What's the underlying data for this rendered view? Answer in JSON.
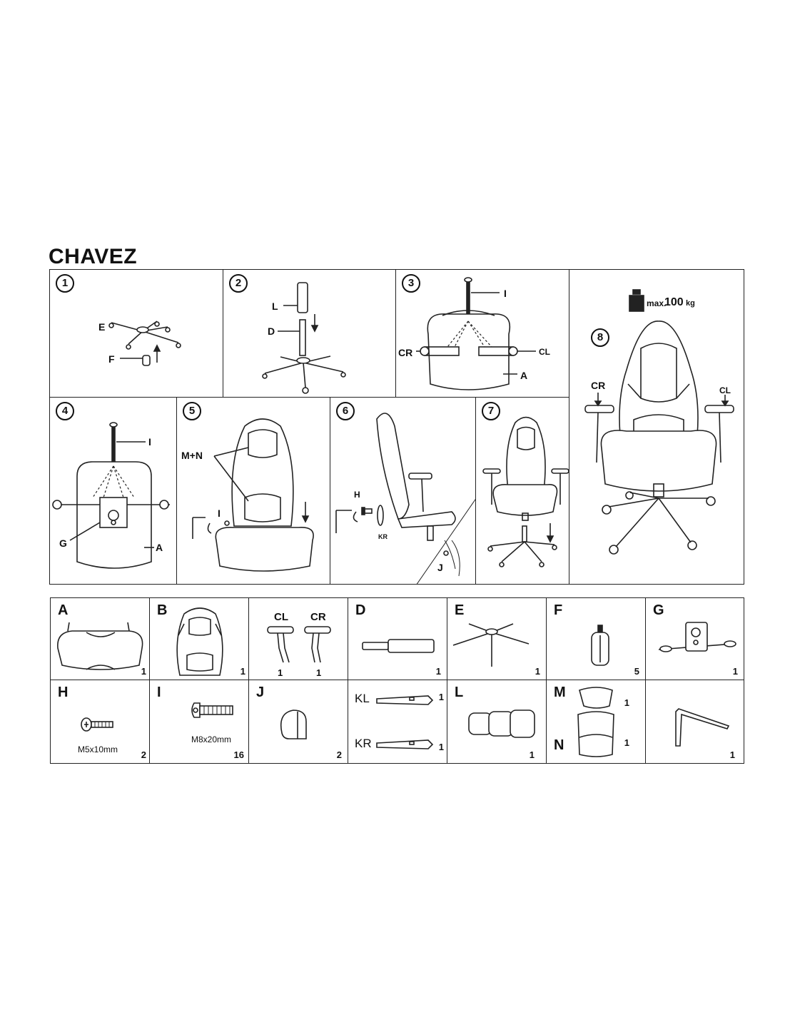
{
  "title": "CHAVEZ",
  "steps": [
    {
      "num": "1",
      "labels": [
        "E",
        "F"
      ]
    },
    {
      "num": "2",
      "labels": [
        "L",
        "D"
      ]
    },
    {
      "num": "3",
      "labels": [
        "I",
        "CR",
        "CL",
        "A"
      ]
    },
    {
      "num": "4",
      "labels": [
        "I",
        "G",
        "A"
      ]
    },
    {
      "num": "5",
      "labels": [
        "M+N",
        "I"
      ]
    },
    {
      "num": "6",
      "labels": [
        "H",
        "KR",
        "J"
      ]
    },
    {
      "num": "7",
      "labels": []
    },
    {
      "num": "8",
      "labels": [
        "CR",
        "CL"
      ],
      "weight_prefix": "max.",
      "weight_value": "100",
      "weight_unit": "kg"
    }
  ],
  "parts": [
    {
      "label": "A",
      "qty": "1"
    },
    {
      "label": "B",
      "qty": "1"
    },
    {
      "label": "",
      "sub_labels": [
        "CL",
        "CR"
      ],
      "qtys": [
        "1",
        "1"
      ]
    },
    {
      "label": "D",
      "qty": "1"
    },
    {
      "label": "E",
      "qty": "1"
    },
    {
      "label": "F",
      "qty": "5"
    },
    {
      "label": "G",
      "qty": "1"
    },
    {
      "label": "H",
      "size": "M5x10mm",
      "qty": "2"
    },
    {
      "label": "I",
      "size": "M8x20mm",
      "qty": "16"
    },
    {
      "label": "J",
      "qty": "2"
    },
    {
      "label": "",
      "sub_labels": [
        "KL",
        "KR"
      ],
      "qtys": [
        "1",
        "1"
      ]
    },
    {
      "label": "L",
      "qty": "1"
    },
    {
      "label": "M",
      "label2": "N",
      "qtys": [
        "1",
        "1"
      ]
    },
    {
      "label": "",
      "qty": "1"
    }
  ]
}
